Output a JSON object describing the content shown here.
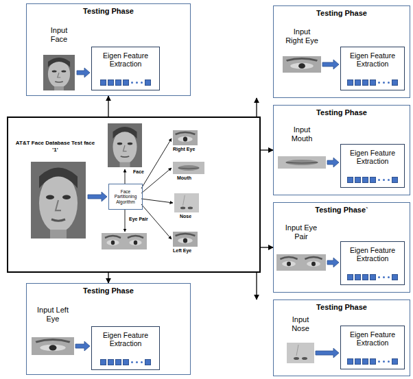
{
  "diagram": {
    "nodes": [
      {
        "text": [
          "Testing Phase",
          "Input Face"
        ]
      },
      {
        "text": [
          "Eigen Feature Extraction"
        ],
        "in": 0
      },
      {
        "text": [
          "Testing Phase",
          "Input Right Eye"
        ]
      },
      {
        "text": [
          "Eigen Feature Extraction"
        ],
        "in": 2
      },
      {
        "text": [
          "AT&T Face Database Test face '1'"
        ]
      },
      {
        "text": [
          "Face Partitioning Algorithm"
        ],
        "in": 4
      },
      {
        "text": [
          "Testing Phase",
          "Input Mouth"
        ]
      },
      {
        "text": [
          "Eigen Feature Extraction"
        ],
        "in": 6
      },
      {
        "text": [
          "Testing Phase`",
          "Input Eye Pair"
        ]
      },
      {
        "text": [
          "Eigen Feature Extraction"
        ],
        "in": 8
      },
      {
        "text": [
          "Testing Phase",
          "Input Left Eye"
        ]
      },
      {
        "text": [
          "Eigen Feature Extraction"
        ],
        "in": 10
      },
      {
        "text": [
          "Testing Phase",
          "Input Nose"
        ]
      },
      {
        "text": [
          "Eigen Feature Extraction"
        ],
        "in": 12
      }
    ],
    "edges": [
      {
        "from": 4,
        "to": 0,
        "arrow": "to"
      },
      {
        "from": 4,
        "to": 2,
        "arrow": "to"
      },
      {
        "from": 4,
        "to": 6,
        "arrow": "to"
      },
      {
        "from": 4,
        "to": 8,
        "arrow": "to"
      },
      {
        "from": 4,
        "to": 10,
        "arrow": "to"
      },
      {
        "from": 4,
        "to": 12,
        "arrow": "to"
      }
    ],
    "labels": [
      "Face",
      "Right Eye",
      "Mouth",
      "Nose",
      "Eye Pair",
      "Left Eye"
    ]
  }
}
